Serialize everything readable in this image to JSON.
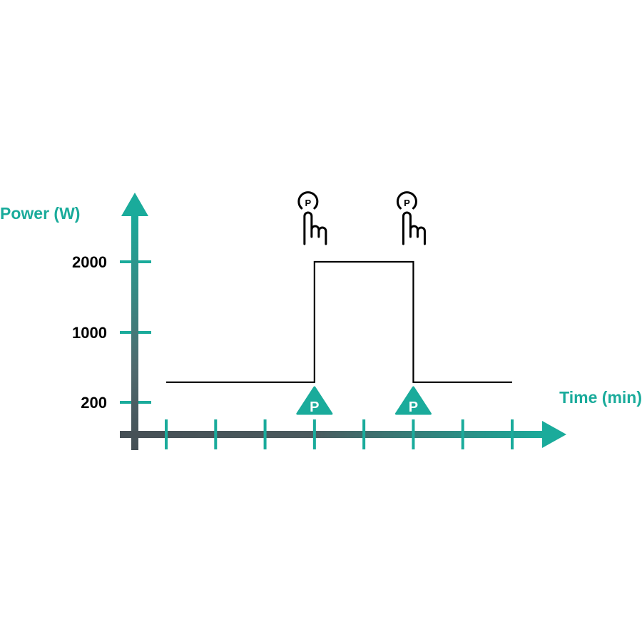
{
  "chart_data": {
    "type": "line",
    "title": "",
    "xlabel": "Time (min)",
    "ylabel": "Power (W)",
    "y_ticks": [
      200,
      1000,
      2000
    ],
    "y_tick_labels": [
      "200",
      "1000",
      "2000"
    ],
    "x_tick_count": 8,
    "x_tick_labels": [],
    "series": [
      {
        "name": "power",
        "x": [
          0,
          3,
          3,
          5,
          5,
          7
        ],
        "y": [
          430,
          430,
          2000,
          2000,
          430,
          430
        ]
      }
    ],
    "markers": [
      {
        "x": 3,
        "label": "P",
        "icon": "power-button-press-icon"
      },
      {
        "x": 5,
        "label": "P",
        "icon": "power-button-press-icon"
      }
    ],
    "grid": false,
    "legend": "none",
    "colors": {
      "accent": "#1aab9b",
      "axis_dark": "#454f55",
      "line": "#000000"
    }
  }
}
